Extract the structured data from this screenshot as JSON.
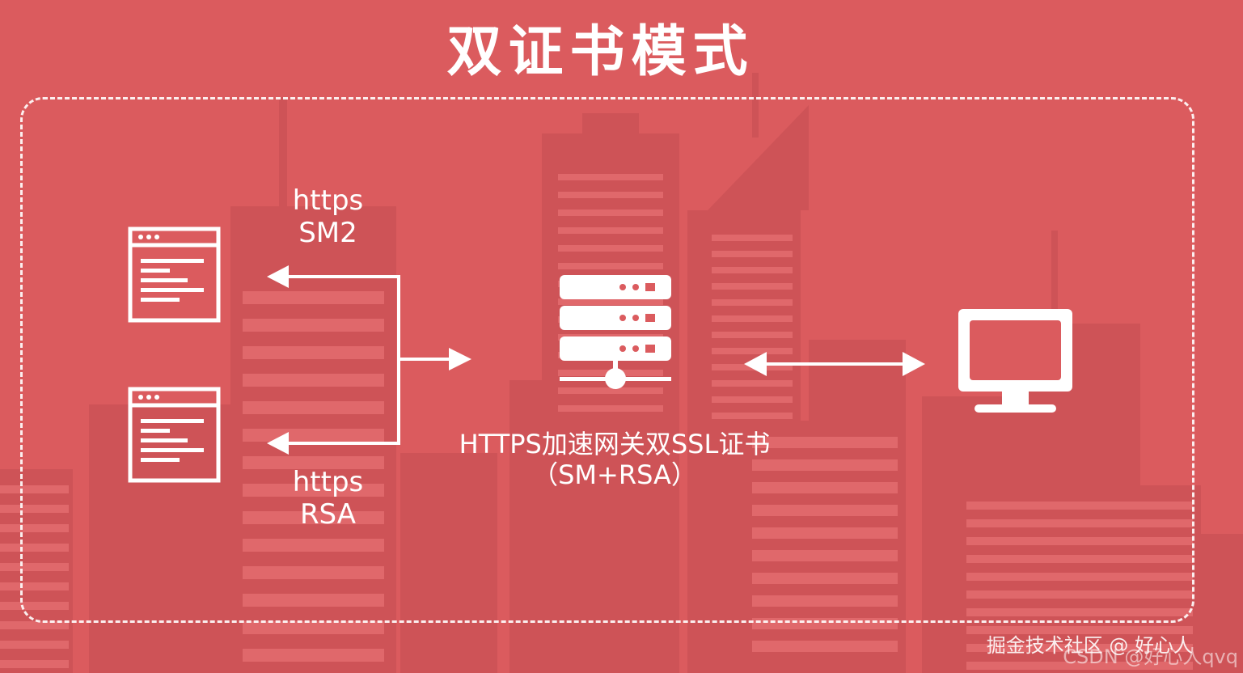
{
  "title": "双证书模式",
  "labels": {
    "sm2_protocol": "https",
    "sm2_algo": "SM2",
    "rsa_protocol": "https",
    "rsa_algo": "RSA",
    "gateway_line1": "HTTPS加速网关双SSL证书",
    "gateway_line2": "（SM+RSA）"
  },
  "watermark": {
    "line1": "掘金技术社区 @ 好心人",
    "line2": "CSDN @好心人qvq"
  },
  "icons": {
    "browser_top": "browser-window-icon",
    "browser_bottom": "browser-window-icon",
    "gateway": "server-rack-icon",
    "client": "monitor-icon"
  },
  "colors": {
    "background": "#db5b5e",
    "buildings": "#c94f54",
    "foreground": "#ffffff"
  }
}
